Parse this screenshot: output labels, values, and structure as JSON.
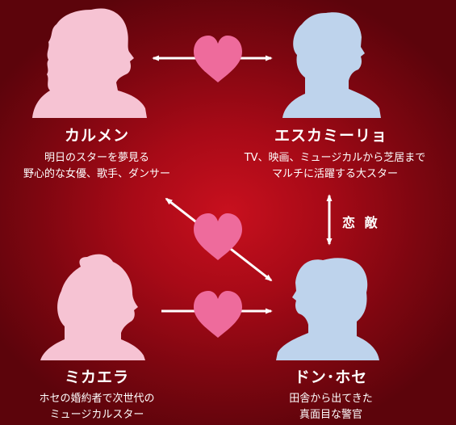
{
  "colors": {
    "background": "#a80a17",
    "female_silhouette": "#f6c3d3",
    "male_silhouette": "#bed3ec",
    "heart": "#ee6b9c",
    "arrow": "#ffffff"
  },
  "characters": [
    {
      "name": "カルメン",
      "description": [
        "明日のスターを夢見る",
        "野心的な女優、歌手、ダンサー"
      ]
    },
    {
      "name": "エスカミーリョ",
      "description": [
        "TV、映画、ミュージカルから芝居まで",
        "マルチに活躍する大スター"
      ]
    },
    {
      "name": "ミカエラ",
      "description": [
        "ホセの婚約者で次世代の",
        "ミュージカルスター"
      ]
    },
    {
      "name": "ドン･ホセ",
      "description": [
        "田舎から出てきた",
        "真面目な警官"
      ]
    }
  ],
  "relations": {
    "rivalry_label": "恋 敵"
  },
  "icons": {
    "heart": "heart-icon",
    "arrow": "double-arrow-icon"
  }
}
